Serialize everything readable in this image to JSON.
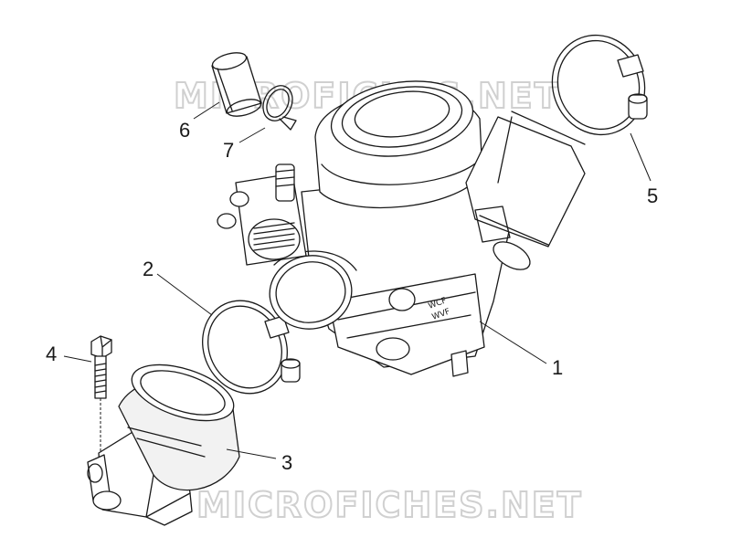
{
  "watermark": {
    "text": "MICROFICHES.NET",
    "color": "#d0d0d0"
  },
  "stamp": {
    "line1": "WCF",
    "line2": "WVF"
  },
  "callouts": [
    {
      "id": "1",
      "part": "carburettor"
    },
    {
      "id": "2",
      "part": "hose-clamp-front"
    },
    {
      "id": "3",
      "part": "intake-manifold"
    },
    {
      "id": "4",
      "part": "bolt"
    },
    {
      "id": "5",
      "part": "hose-clamp-rear"
    },
    {
      "id": "6",
      "part": "sleeve"
    },
    {
      "id": "7",
      "part": "spring-clip"
    }
  ]
}
